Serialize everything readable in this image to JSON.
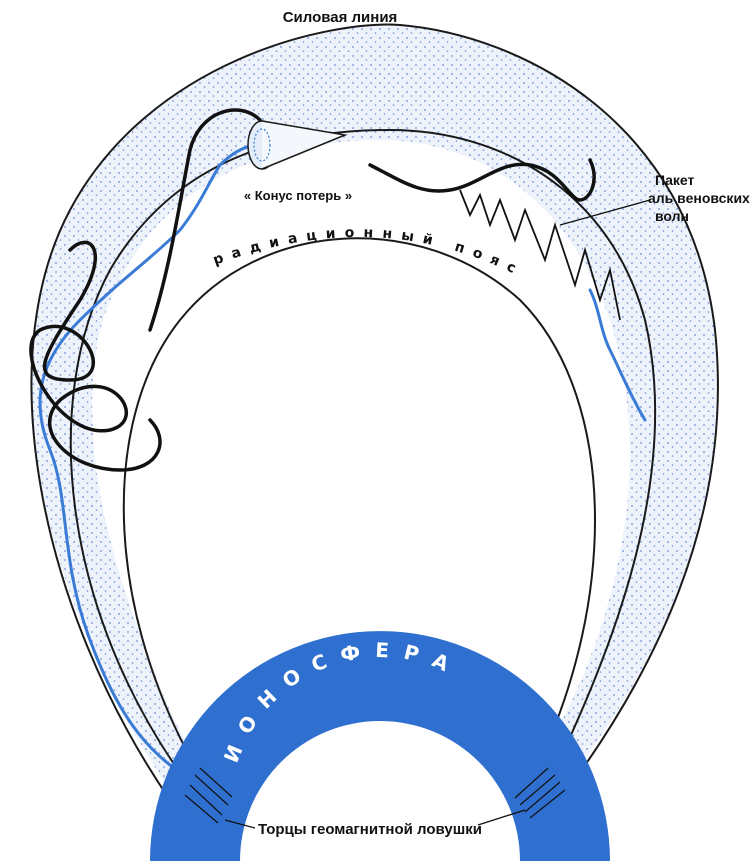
{
  "labels": {
    "field_line": "Силовая линия",
    "loss_cone": "« Конус потерь »",
    "alfven_packet_line1": "Пакет",
    "alfven_packet_line2": "аль веновских",
    "alfven_packet_line3": "волн",
    "radiation_belt": "радиационный пояс",
    "ionosphere": "ИОНОСФЕРА",
    "trap_ends": "Торцы геомагнитной ловушки"
  },
  "colors": {
    "ionosphere_fill": "#2f6fcf",
    "belt_dots": "#6b8fd8",
    "belt_bg": "#eef3fb",
    "blue_trajectory": "#3a7bd5",
    "black_trajectory": "#111111",
    "field_line": "#1a1a1a"
  }
}
